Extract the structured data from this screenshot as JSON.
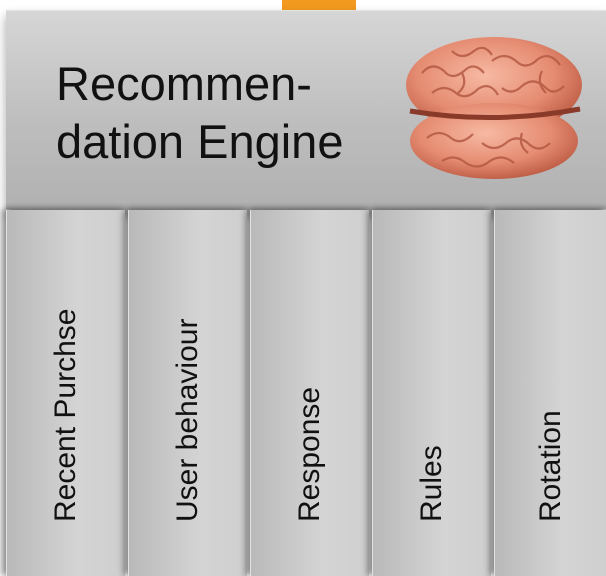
{
  "engine": {
    "title": "Recommen-\ndation Engine",
    "icon": "brain-icon",
    "color": "#c4c4c4"
  },
  "connector": {
    "color": "#f29a1f"
  },
  "columns": [
    {
      "label": "Recent  Purchse"
    },
    {
      "label": "User behaviour"
    },
    {
      "label": "Response"
    },
    {
      "label": "Rules"
    },
    {
      "label": "Rotation"
    }
  ]
}
